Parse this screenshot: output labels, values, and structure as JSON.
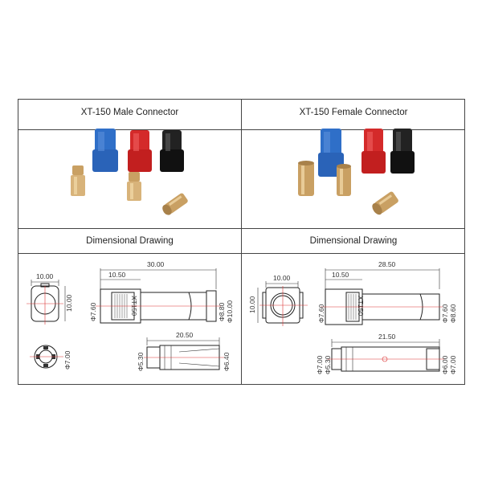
{
  "male": {
    "title": "XT-150 Male Connector",
    "drawing_title": "Dimensional Drawing",
    "dims": {
      "front_width": "10.00",
      "front_height": "10.00",
      "total_length": "30.00",
      "housing_length": "10.50",
      "dia_7_60": "Φ7.60",
      "dia_8_80": "Φ8.80",
      "dia_10_00": "Φ10.00",
      "housing_mark": "XT150",
      "pin_length": "20.50",
      "pin_dia_7_00": "Φ7.00",
      "pin_dia_5_30": "Φ5.30",
      "pin_dia_6_40": "Φ6.40"
    }
  },
  "female": {
    "title": "XT-150 Female Connector",
    "drawing_title": "Dimensional Drawing",
    "dims": {
      "front_width": "10.00",
      "front_height": "10.00",
      "total_length": "28.50",
      "housing_length": "10.50",
      "dia_7_60": "Φ7.60",
      "dia_8_60": "Φ8.60",
      "housing_mark": "XT150",
      "pin_length": "21.50",
      "pin_dia_7_00": "Φ7.00",
      "pin_dia_5_30": "Φ5.30",
      "pin_dia_6_00": "Φ6.00",
      "pin_dia_7_00b": "Φ7.00"
    }
  },
  "colors": {
    "blue": "#2f6fc8",
    "red": "#d42a2a",
    "black": "#222222",
    "gold": "#c9a063"
  }
}
